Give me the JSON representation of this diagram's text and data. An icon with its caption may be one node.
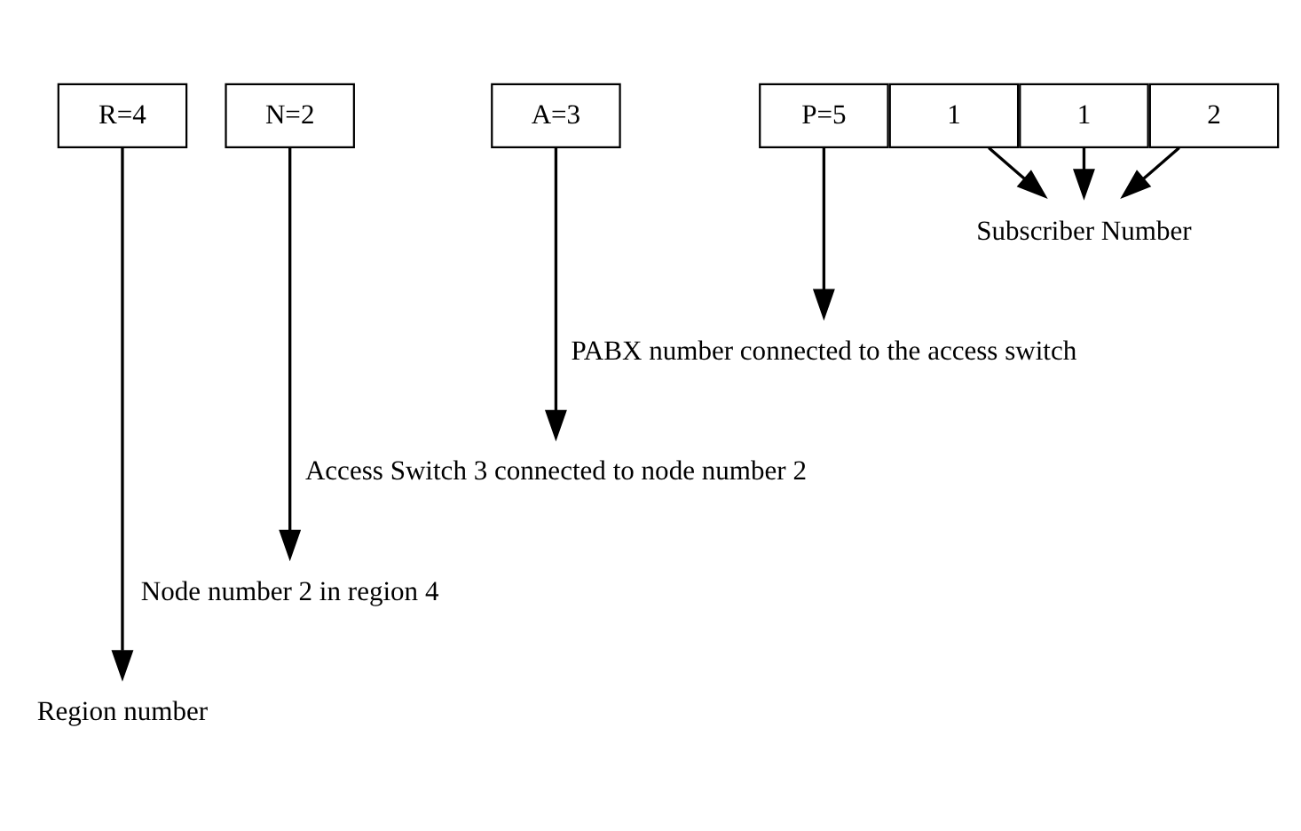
{
  "diagram": {
    "nodes": [
      {
        "text": [
          "R=4"
        ]
      },
      {
        "text": [
          "N=2"
        ]
      },
      {
        "text": [
          "A=3"
        ]
      },
      {
        "text": [
          "P=5"
        ]
      },
      {
        "text": [
          "1"
        ]
      },
      {
        "text": [
          "1"
        ]
      },
      {
        "text": [
          "2"
        ]
      },
      {
        "text": [
          "Subscriber Number"
        ]
      },
      {
        "text": [
          "PABX number connected to the access switch"
        ]
      },
      {
        "text": [
          "Access Switch 3 connected to node number 2"
        ]
      },
      {
        "text": [
          "Node number 2 in region 4"
        ]
      },
      {
        "text": [
          "Region number"
        ]
      }
    ],
    "edges": [
      {
        "from": 4,
        "to": 7,
        "arrow": "to"
      },
      {
        "from": 5,
        "to": 7,
        "arrow": "to"
      },
      {
        "from": 6,
        "to": 7,
        "arrow": "to"
      },
      {
        "from": 3,
        "to": 8,
        "arrow": "to"
      },
      {
        "from": 2,
        "to": 9,
        "arrow": "to"
      },
      {
        "from": 1,
        "to": 10,
        "arrow": "to"
      },
      {
        "from": 0,
        "to": 11,
        "arrow": "to"
      }
    ]
  }
}
